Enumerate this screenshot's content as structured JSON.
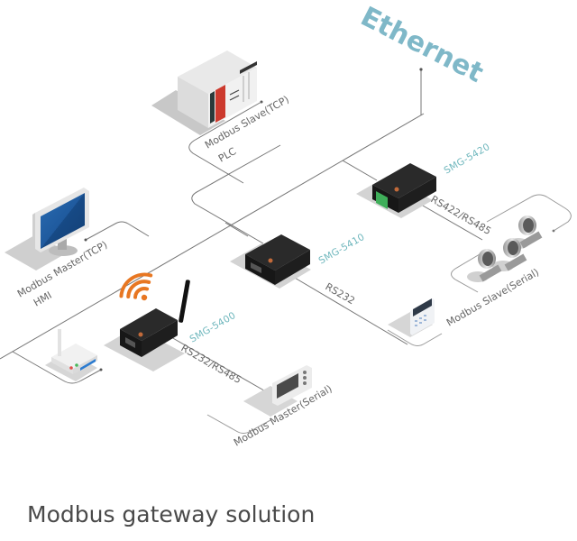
{
  "network": {
    "label": "Ethernet",
    "color": "#7fb8c8"
  },
  "devices": {
    "plc": {
      "role": "Modbus Slave(TCP)",
      "type": "PLC"
    },
    "hmi": {
      "role": "Modbus Master(TCP)",
      "type": "HMI"
    },
    "router": {
      "type": "Wi-Fi router"
    },
    "smg5400": {
      "model": "SMG-5400",
      "interface": "RS232/RS485",
      "wireless": true
    },
    "smg5410": {
      "model": "SMG-5410",
      "interface": "RS232"
    },
    "smg5420": {
      "model": "SMG-5420",
      "interface": "RS422/RS485"
    },
    "serial_master": {
      "role": "Modbus Master(Serial)"
    },
    "keypad": {
      "type": "keypad terminal"
    },
    "serial_slaves": {
      "role": "Modbus Slave(Serial)",
      "count": 3
    }
  },
  "colors": {
    "model_label": "#6fb7bd",
    "plc_accent": "#cc3a2e",
    "wifi": "#e87722",
    "gateway_body": "#1e1e1e"
  },
  "footer": {
    "title": "Modbus gateway solution"
  }
}
